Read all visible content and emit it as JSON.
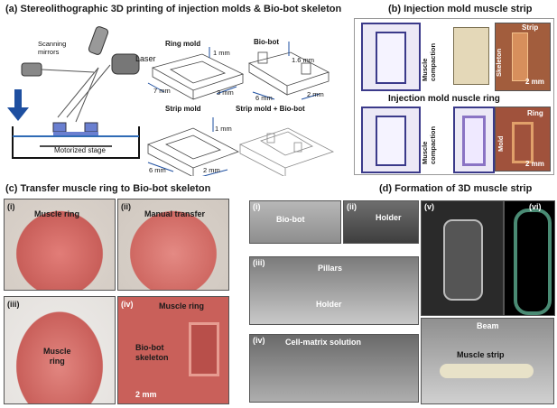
{
  "panel_a": {
    "title": "(a) Stereolithographic 3D printing of injection molds & Bio-bot skeleton",
    "labels": {
      "scanning_mirrors": "Scanning\nmirrors",
      "laser": "Laser",
      "motorized_stage": "Motorized stage",
      "ring_mold": "Ring mold",
      "bio_bot": "Bio-bot",
      "strip_mold": "Strip mold",
      "strip_mold_bio_bot": "Strip mold + Bio-bot"
    },
    "dims": {
      "ring_1mm": "1 mm",
      "ring_7mm": "7 mm",
      "ring_3mm": "3 mm",
      "bot_1_6mm": "1.6 mm",
      "bot_6mm": "6 mm",
      "bot_2mm": "2 mm",
      "strip_1mm": "1 mm",
      "strip_6mm": "6 mm",
      "strip_2mm": "2 mm"
    }
  },
  "panel_b": {
    "title": "(b) Injection mold muscle strip",
    "title2": "Injection mold nuscle ring",
    "compaction": "Muscle\ncompaction",
    "strip": "Strip",
    "skeleton": "Skeleton",
    "scale": "2 mm",
    "ring": "Ring",
    "mold": "Mold",
    "scale2": "2 mm"
  },
  "panel_c": {
    "title": "(c) Transfer muscle ring to Bio-bot skeleton",
    "i": "(i)",
    "i_label": "Muscle ring",
    "ii": "(ii)",
    "ii_label": "Manual transfer",
    "iii": "(iii)",
    "iii_label": "Muscle\nring",
    "iv": "(iv)",
    "iv_label": "Muscle ring",
    "iv_label2": "Bio-bot\nskeleton",
    "scale": "2 mm"
  },
  "panel_mid": {
    "i": "(i)",
    "i_label": "Bio-bot",
    "ii": "(ii)",
    "ii_label": "Holder",
    "iii": "(iii)",
    "iii_pillars": "Pillars",
    "iii_holder": "Holder",
    "iv": "(iv)",
    "iv_label": "Cell-matrix solution"
  },
  "panel_d": {
    "title": "(d) Formation of 3D muscle strip",
    "v": "(v)",
    "vi": "(vi)",
    "beam": "Beam",
    "muscle_strip": "Muscle strip"
  },
  "colors": {
    "mold_border": "#3b3a8a",
    "dish_pink": "#d9736e",
    "accent_blue": "#2f6bb5"
  }
}
